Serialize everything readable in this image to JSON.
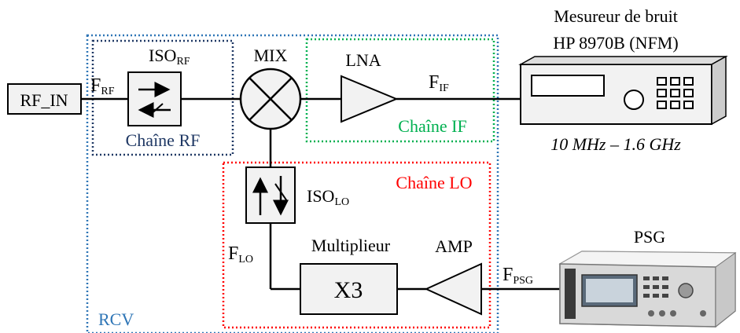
{
  "labels": {
    "rf_in": "RF_IN",
    "f_rf": {
      "main": "F",
      "sub": "RF"
    },
    "iso_rf": {
      "main": "ISO",
      "sub": "RF"
    },
    "chaine_rf": "Chaîne RF",
    "mix": "MIX",
    "lna": "LNA",
    "f_if": {
      "main": "F",
      "sub": "IF"
    },
    "chaine_if": "Chaîne IF",
    "mesureur_line1": "Mesureur de bruit",
    "mesureur_line2": "HP 8970B (NFM)",
    "freq_range": "10 MHz – 1.6 GHz",
    "chaine_lo": "Chaîne LO",
    "iso_lo": {
      "main": "ISO",
      "sub": "LO"
    },
    "f_lo": {
      "main": "F",
      "sub": "LO"
    },
    "multiplieur": "Multiplieur",
    "x3": "X3",
    "amp": "AMP",
    "f_psg": {
      "main": "F",
      "sub": "PSG"
    },
    "psg": "PSG",
    "rcv": "RCV"
  },
  "colors": {
    "rcv_box": "#2E75B6",
    "rf_box": "#1F3864",
    "if_box": "#00B050",
    "lo_box": "#FF0000",
    "chaine_rf_text": "#1F3864",
    "chaine_if_text": "#00B050",
    "chaine_lo_text": "#FF0000",
    "rcv_text": "#2E75B6",
    "block_fill": "#F2F2F2"
  },
  "icons": [
    "mixer-symbol",
    "amplifier-triangle",
    "isolator-arrows",
    "noise-figure-meter",
    "signal-generator"
  ]
}
